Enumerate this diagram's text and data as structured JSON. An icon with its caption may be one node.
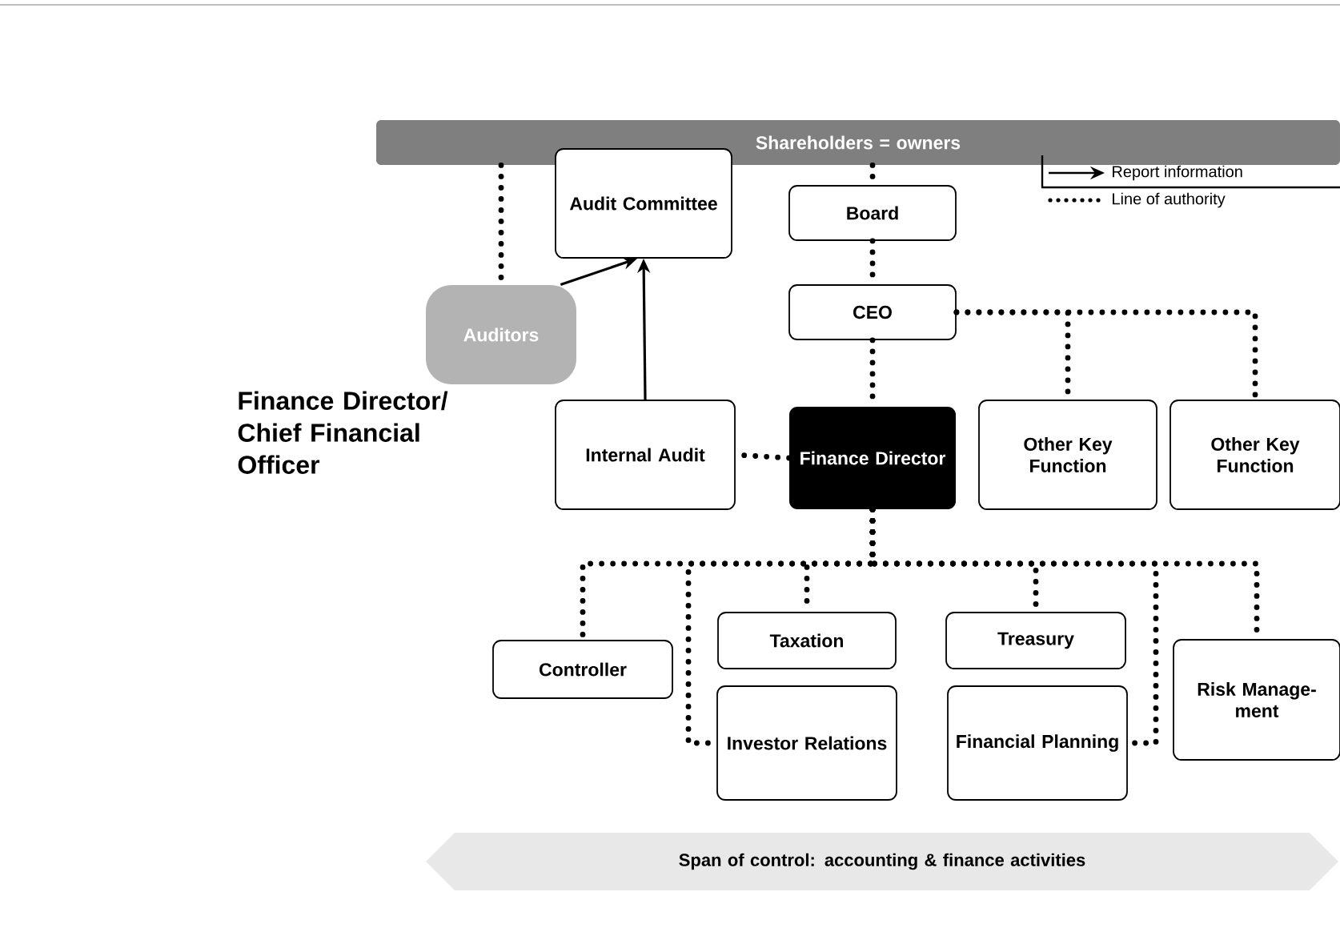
{
  "diagram": {
    "title": "Finance Director/ Chief Financial Officer",
    "nodes": [
      {
        "text": [
          "Shareholders = owners"
        ]
      },
      {
        "text": [
          "Audit Committee"
        ]
      },
      {
        "text": [
          "Board"
        ]
      },
      {
        "text": [
          "CEO"
        ]
      },
      {
        "text": [
          "Auditors"
        ]
      },
      {
        "text": [
          "Internal Audit"
        ]
      },
      {
        "text": [
          "Finance Director"
        ]
      },
      {
        "text": [
          "Other Key Function"
        ]
      },
      {
        "text": [
          "Other Key Function"
        ]
      },
      {
        "text": [
          "Controller"
        ]
      },
      {
        "text": [
          "Taxation"
        ]
      },
      {
        "text": [
          "Treasury"
        ]
      },
      {
        "text": [
          "Investor Relations"
        ]
      },
      {
        "text": [
          "Financial Planning"
        ]
      },
      {
        "text": [
          "Risk Manage- ment"
        ]
      },
      {
        "text": [
          "Span of control: accounting & finance activities"
        ]
      }
    ],
    "edges": [
      {
        "from": 0,
        "to": 4,
        "arrow": "none",
        "style": "dashed"
      },
      {
        "from": 0,
        "to": 2,
        "arrow": "none",
        "style": "dashed"
      },
      {
        "from": 2,
        "to": 3,
        "arrow": "none",
        "style": "dashed"
      },
      {
        "from": 3,
        "to": 6,
        "arrow": "none",
        "style": "dashed"
      },
      {
        "from": 3,
        "to": 7,
        "arrow": "none",
        "style": "dashed"
      },
      {
        "from": 3,
        "to": 8,
        "arrow": "none",
        "style": "dashed"
      },
      {
        "from": 4,
        "to": 1,
        "arrow": "to"
      },
      {
        "from": 5,
        "to": 1,
        "arrow": "to"
      },
      {
        "from": 6,
        "to": 5,
        "arrow": "none",
        "style": "dashed"
      },
      {
        "from": 6,
        "to": 9,
        "arrow": "none",
        "style": "dashed"
      },
      {
        "from": 6,
        "to": 10,
        "arrow": "none",
        "style": "dashed"
      },
      {
        "from": 6,
        "to": 11,
        "arrow": "none",
        "style": "dashed"
      },
      {
        "from": 6,
        "to": 12,
        "arrow": "none",
        "style": "dashed"
      },
      {
        "from": 6,
        "to": 13,
        "arrow": "none",
        "style": "dashed"
      },
      {
        "from": 6,
        "to": 14,
        "arrow": "none",
        "style": "dashed"
      }
    ],
    "legend": [
      {
        "text": "Report information"
      },
      {
        "text": "Line of authority"
      }
    ]
  }
}
